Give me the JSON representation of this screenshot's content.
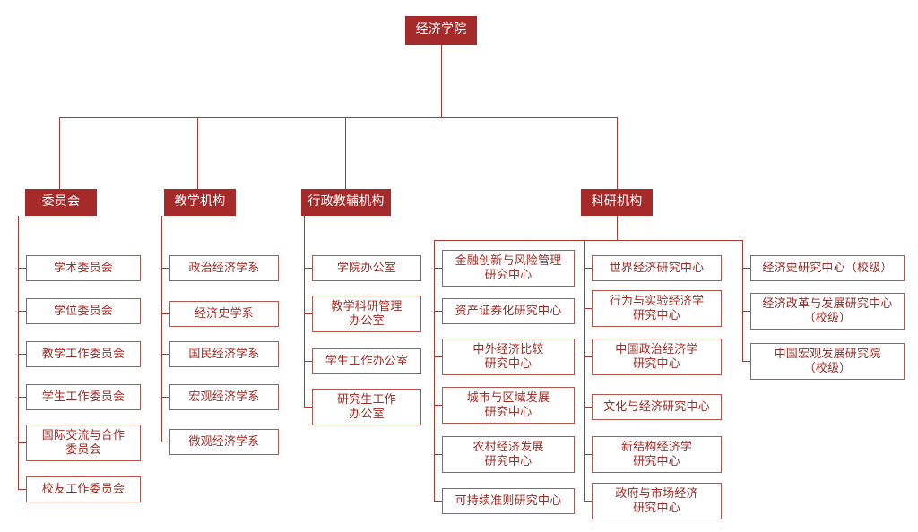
{
  "meta": {
    "title": "经济学院组织机构图",
    "colors": {
      "node_fill": "#a52a2a",
      "node_border": "#b5564f",
      "node_text": "#9e2b25",
      "line": "#a93b35",
      "background": "#ffffff"
    }
  },
  "root": {
    "label": "经济学院"
  },
  "branches": [
    {
      "key": "committees",
      "label": "委员会",
      "children": [
        {
          "label": "学术委员会"
        },
        {
          "label": "学位委员会"
        },
        {
          "label": "教学工作委员会"
        },
        {
          "label": "学生工作委员会"
        },
        {
          "label": "国际交流与合作\n委员会"
        },
        {
          "label": "校友工作委员会"
        }
      ]
    },
    {
      "key": "teaching",
      "label": "教学机构",
      "children": [
        {
          "label": "政治经济学系"
        },
        {
          "label": "经济史学系"
        },
        {
          "label": "国民经济学系"
        },
        {
          "label": "宏观经济学系"
        },
        {
          "label": "微观经济学系"
        }
      ]
    },
    {
      "key": "administration",
      "label": "行政教辅机构",
      "children": [
        {
          "label": "学院办公室"
        },
        {
          "label": "教学科研管理\n办公室"
        },
        {
          "label": "学生工作办公室"
        },
        {
          "label": "研究生工作\n办公室"
        }
      ]
    },
    {
      "key": "research",
      "label": "科研机构",
      "columns": [
        {
          "key": "research-col-1",
          "children": [
            {
              "label": "金融创新与风险管理\n研究中心"
            },
            {
              "label": "资产证券化研究中心"
            },
            {
              "label": "中外经济比较\n研究中心"
            },
            {
              "label": "城市与区域发展\n研究中心"
            },
            {
              "label": "农村经济发展\n研究中心"
            },
            {
              "label": "可持续准则研究中心"
            }
          ]
        },
        {
          "key": "research-col-2",
          "children": [
            {
              "label": "世界经济研究中心"
            },
            {
              "label": "行为与实验经济学\n研究中心"
            },
            {
              "label": "中国政治经济学\n研究中心"
            },
            {
              "label": "文化与经济研究中心"
            },
            {
              "label": "新结构经济学\n研究中心"
            },
            {
              "label": "政府与市场经济\n研究中心"
            }
          ]
        },
        {
          "key": "research-col-3",
          "children": [
            {
              "label": "经济史研究中心（校级）"
            },
            {
              "label": "经济改革与发展研究中心\n（校级）"
            },
            {
              "label": "中国宏观发展研究院\n（校级）"
            }
          ]
        }
      ]
    }
  ]
}
